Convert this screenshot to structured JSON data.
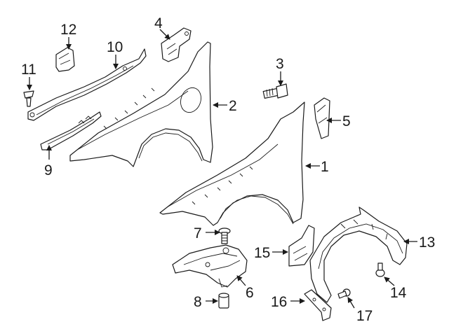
{
  "diagram": {
    "callouts": [
      {
        "number": "1"
      },
      {
        "number": "2"
      },
      {
        "number": "3"
      },
      {
        "number": "4"
      },
      {
        "number": "5"
      },
      {
        "number": "6"
      },
      {
        "number": "7"
      },
      {
        "number": "8"
      },
      {
        "number": "9"
      },
      {
        "number": "10"
      },
      {
        "number": "11"
      },
      {
        "number": "12"
      },
      {
        "number": "13"
      },
      {
        "number": "14"
      },
      {
        "number": "15"
      },
      {
        "number": "16"
      },
      {
        "number": "17"
      }
    ]
  }
}
